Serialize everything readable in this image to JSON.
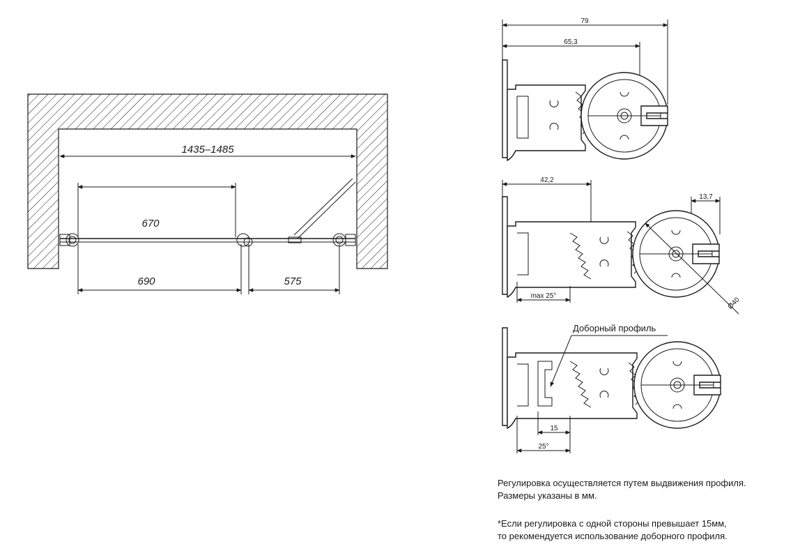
{
  "plan": {
    "dim_total": "1435–1485",
    "dim_upper": "670",
    "dim_left": "690",
    "dim_right": "575"
  },
  "detail1": {
    "dim_outer": "79",
    "dim_inner": "65,3"
  },
  "detail2": {
    "dim_width": "42,2",
    "dim_small": "13,7",
    "dim_diameter": "Ø40",
    "dim_angle": "max 25°"
  },
  "detail3": {
    "callout": "Доборный профиль",
    "dim_15": "15",
    "dim_angle": "25°"
  },
  "notes": {
    "line1": "Регулировка осуществляется путем выдвижения профиля.",
    "line2": "Размеры указаны в мм.",
    "line3": "*Если регулировка с одной стороны превышает 15мм,",
    "line4": "то рекомендуется использование доборного профиля."
  }
}
